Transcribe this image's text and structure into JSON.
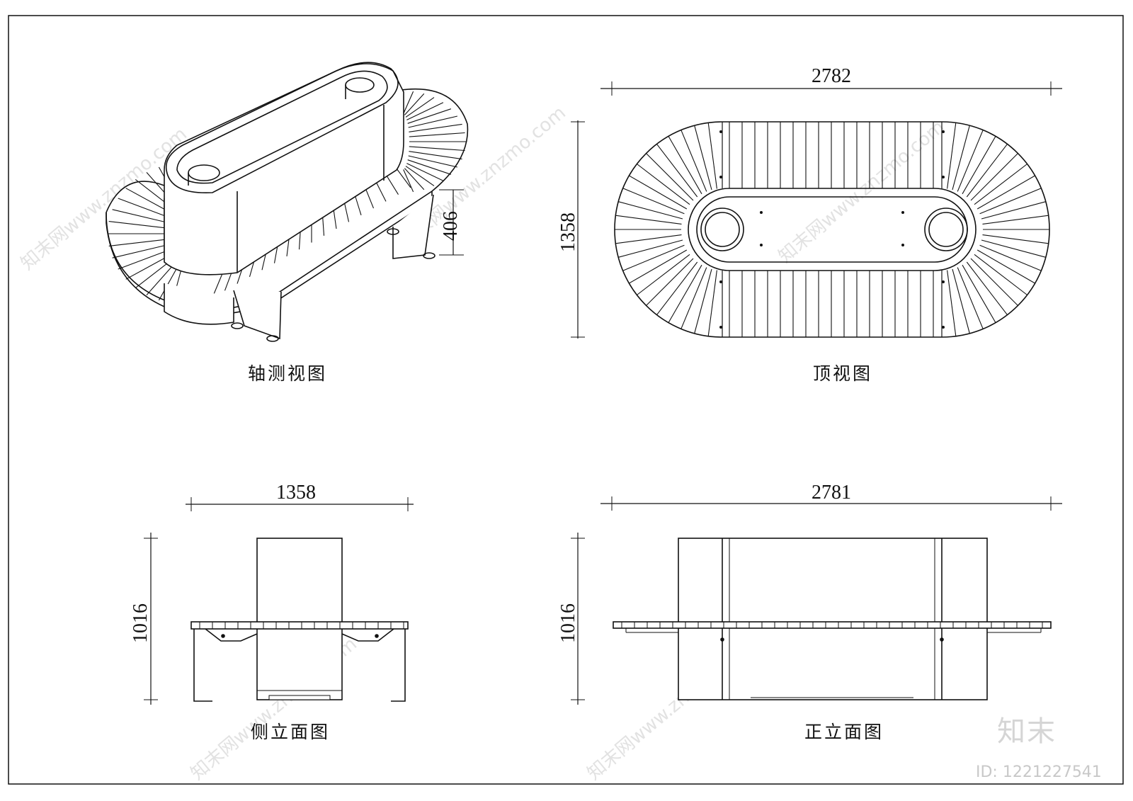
{
  "views": {
    "isometric": {
      "title": "轴测视图",
      "dim_height": "406"
    },
    "top": {
      "title": "顶视图",
      "dim_length": "2782",
      "dim_width": "1358"
    },
    "side": {
      "title": "侧立面图",
      "dim_width": "1358",
      "dim_height": "1016"
    },
    "front": {
      "title": "正立面图",
      "dim_length": "2781",
      "dim_height": "1016"
    }
  },
  "watermark": {
    "logo": "知末",
    "id_text": "ID: 1221227541",
    "diagonal_text": "知末网www.znzmo.com"
  },
  "colors": {
    "line": "#111111",
    "watermark": "#d0d0d0"
  }
}
